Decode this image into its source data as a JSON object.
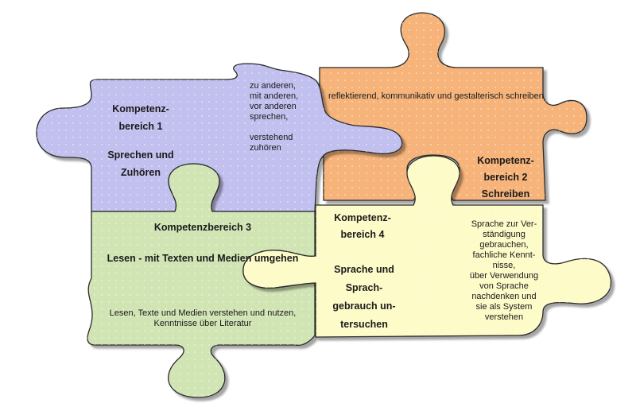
{
  "colors": {
    "purple": "#c2c0ef",
    "orange": "#f6b37a",
    "green": "#d1e5b4",
    "yellow": "#fdfbc7",
    "outline": "#2b2b2b"
  },
  "pieces": {
    "purple": {
      "title_line1": "Kompetenz-",
      "title_line2": "bereich 1",
      "title_line3": "Sprechen und",
      "title_line4": "Zuhören",
      "desc_line1": "zu anderen,",
      "desc_line2": "mit anderen,",
      "desc_line3": "vor anderen",
      "desc_line4": "sprechen,",
      "desc_line5": "verstehend",
      "desc_line6": "zuhören"
    },
    "orange": {
      "desc": "reflektierend, kommunikativ und gestalterisch schreiben",
      "title_line1": "Kompetenz-",
      "title_line2": "bereich 2",
      "title_line3": "Schreiben"
    },
    "green": {
      "title_line1": "Kompetenzbereich 3",
      "title_line2": "Lesen - mit Texten und Medien umgehen",
      "desc_line1": "Lesen, Texte und Medien verstehen und nutzen,",
      "desc_line2": "Kenntnisse über Literatur"
    },
    "yellow": {
      "title_line1": "Kompetenz-",
      "title_line2": "bereich 4",
      "title_line3": "Sprache und",
      "title_line4": "Sprach-",
      "title_line5": "gebrauch un-",
      "title_line6": "tersuchen",
      "desc_line1": "Sprache zur Ver-",
      "desc_line2": "ständigung",
      "desc_line3": "gebrauchen,",
      "desc_line4": "fachliche Kennt-",
      "desc_line5": "nisse,",
      "desc_line6": "über Verwendung",
      "desc_line7": "von Sprache",
      "desc_line8": "nachdenken und",
      "desc_line9": "sie als System",
      "desc_line10": "verstehen"
    }
  }
}
